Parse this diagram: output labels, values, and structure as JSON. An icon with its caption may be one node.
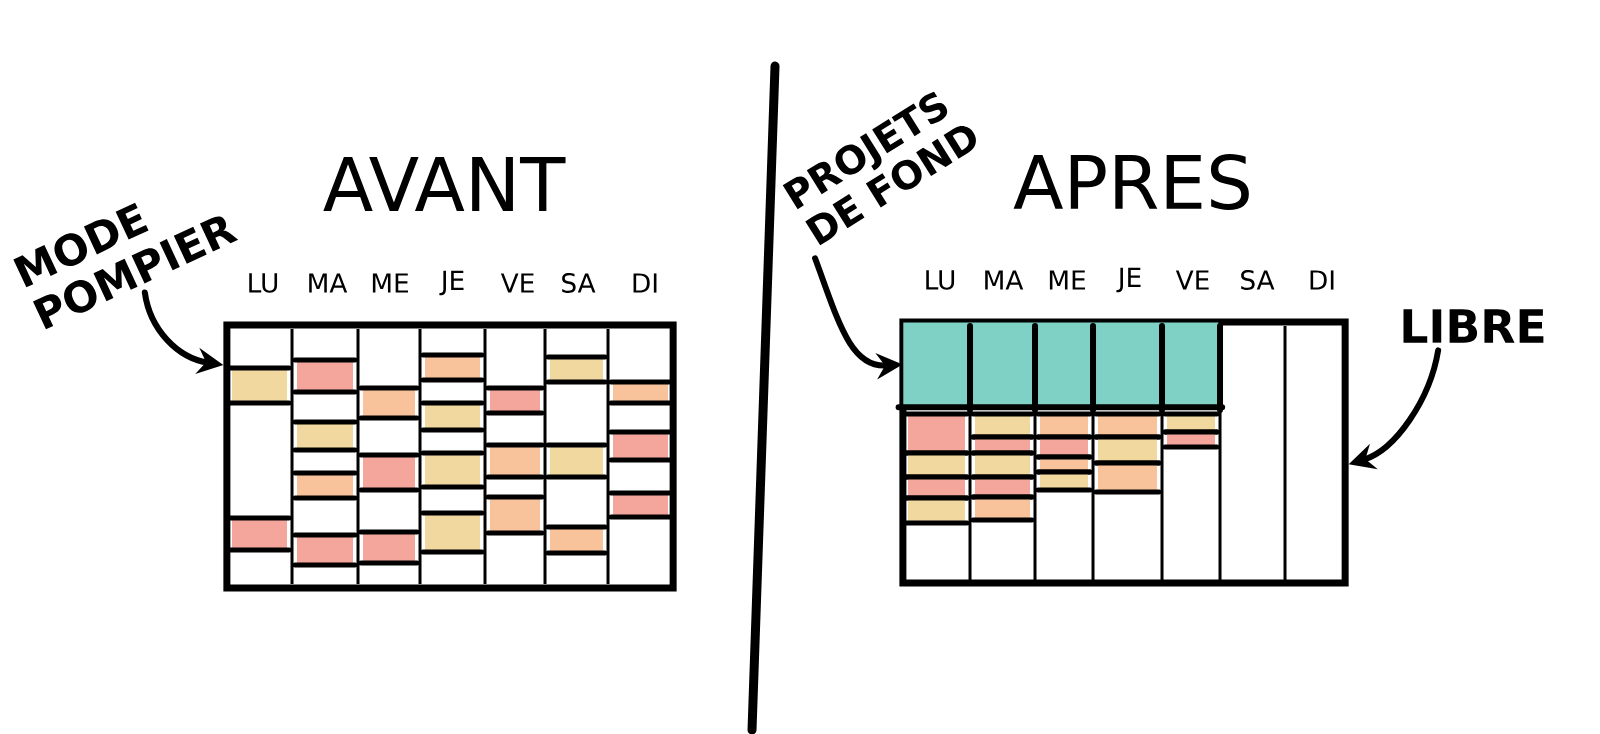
{
  "diagram": {
    "nodes": [
      {
        "text": [
          "MODE POMPIER"
        ]
      },
      {
        "text": [],
        "shape": "box"
      },
      {
        "text": [
          "PROJETS DE FOND"
        ]
      },
      {
        "text": [],
        "shape": "box"
      },
      {
        "text": [],
        "shape": "box",
        "in": 3
      },
      {
        "text": [
          "LIBRE"
        ]
      }
    ],
    "edges": [
      {
        "from": 0,
        "to": 1,
        "arrow": "to"
      },
      {
        "from": 2,
        "to": 4,
        "arrow": "to"
      },
      {
        "from": 5,
        "to": 3,
        "arrow": "to"
      }
    ],
    "labels": [
      "AVANT",
      "LU",
      "MA",
      "ME",
      "JE",
      "VE",
      "SA",
      "DI",
      "APRES",
      "LU",
      "MA",
      "ME",
      "JE",
      "VE",
      "SA",
      "DI"
    ]
  }
}
